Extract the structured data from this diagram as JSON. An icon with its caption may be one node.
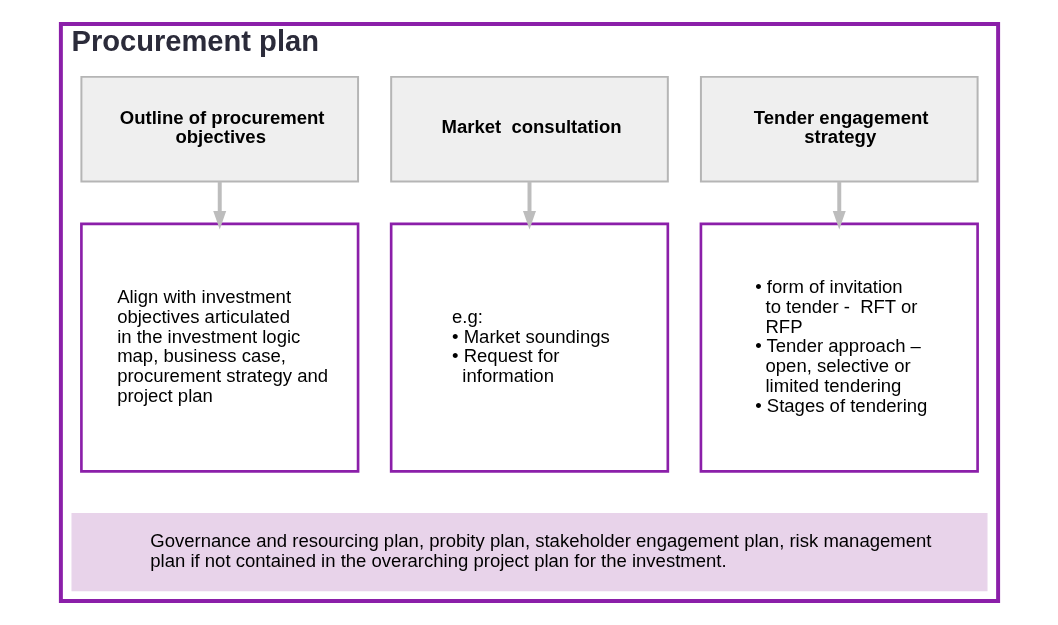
{
  "diagram": {
    "nodes": [
      {
        "text": [
          "Procurement plan"
        ]
      },
      {
        "text": [
          "Outline of procurement objectives"
        ],
        "in": 0
      },
      {
        "text": [
          "Market  consultation"
        ],
        "in": 0
      },
      {
        "text": [
          "Tender engagement strategy"
        ],
        "in": 0
      },
      {
        "text": [
          "Align with investment objectives articulated in the investment logic map, business case, procurement strategy and project plan"
        ],
        "in": 0
      },
      {
        "text": [
          "e.g:",
          "• Market soundings",
          "• Request for information"
        ],
        "in": 0
      },
      {
        "text": [
          "• form of invitation to tender -  RFT or RFP",
          "• Tender approach – open, selective or limited tendering",
          "• Stages of tendering"
        ],
        "in": 0
      },
      {
        "text": [
          "Governance and resourcing plan, probity plan, stakeholder engagement plan, risk management plan if not contained in the overarching project plan for the investment."
        ],
        "in": 0
      }
    ],
    "edges": [
      {
        "from": 1,
        "to": 4,
        "arrow": "to"
      },
      {
        "from": 2,
        "to": 5,
        "arrow": "to"
      },
      {
        "from": 3,
        "to": 6,
        "arrow": "to"
      }
    ]
  }
}
